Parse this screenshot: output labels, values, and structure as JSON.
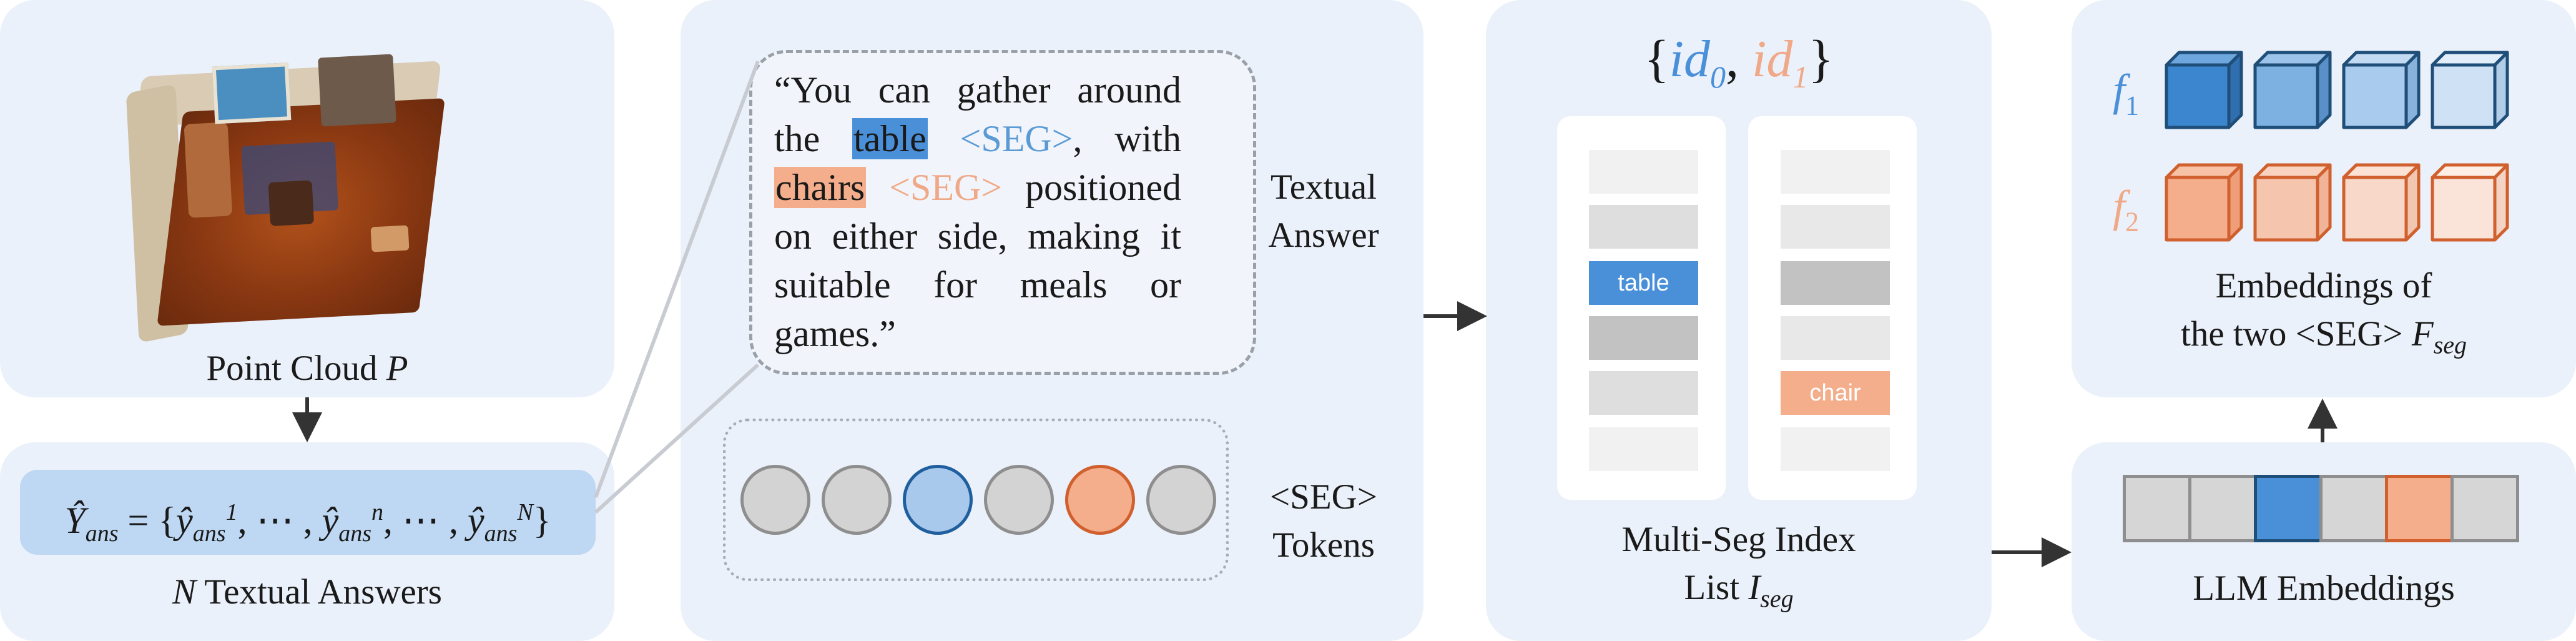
{
  "panels": {
    "point_cloud": {
      "label_text": "Point Cloud ",
      "label_var": "P"
    },
    "answers": {
      "formula_lhs": "Ŷ",
      "formula_lhs_sub": "ans",
      "formula_eq": " = {",
      "formula_y": "ŷ",
      "formula_sub": "ans",
      "formula_sup1": "1",
      "formula_supn": "n",
      "formula_supN": "N",
      "formula_dots": ", ⋯ , ",
      "formula_close": "}",
      "label_var": "N",
      "label_text": " Textual Answers"
    },
    "textual": {
      "quote_open": "“You can gather around the ",
      "word_table": "table",
      "seg1": " <SEG>",
      "mid": ", with ",
      "word_chairs": "chairs",
      "seg2": " <SEG>",
      "rest": " positioned on either side, making it suitable for meals or games.”",
      "answer_label_1": "Textual",
      "answer_label_2": "Answer",
      "tokens_label_1": "<SEG>",
      "tokens_label_2": "Tokens"
    },
    "index_list": {
      "id0_base": "id",
      "id0_sub": "0",
      "id1_base": "id",
      "id1_sub": "1",
      "brace_open": "{",
      "comma": ", ",
      "brace_close": "}",
      "cell_table": "table",
      "cell_chair": "chair",
      "label_1": "Multi-Seg Index",
      "label_2": "List ",
      "label_var": "I",
      "label_sub": "seg"
    },
    "embeddings": {
      "f1_base": "f",
      "f1_sub": "1",
      "f2_base": "f",
      "f2_sub": "2",
      "label_1": "Embeddings of",
      "label_2": "the two <SEG> ",
      "label_var": "F",
      "label_sub": "seg"
    },
    "llm": {
      "label": "LLM Embeddings"
    }
  },
  "colors": {
    "panel_bg": "#ebf1fa",
    "blue": "#4a90d9",
    "blue_dark": "#1f5f9e",
    "orange": "#f4ae8c",
    "orange_dark": "#d0602e",
    "gray": "#d3d3d3"
  }
}
